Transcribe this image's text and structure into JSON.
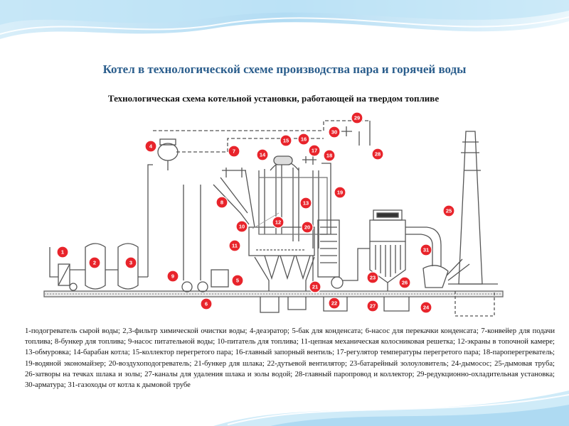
{
  "title": "Котел в технологической схеме производства пара и горячей воды",
  "subtitle": "Технологическая схема котельной установки, работающей на твердом топливе",
  "caption": "1-подогреватель сырой воды; 2,3-фильтр химической очистки воды; 4-деаэратор; 5-бак для конденсата; 6-насос для перекачки конденсата; 7-конвейер для подачи топлива; 8-бункер для топлива; 9-насос питательной воды; 10-питатель для топлива; 11-цепная механическая колосниковая решетка; 12-экраны в топочной камере; 13-обмуровка; 14-барабан котла; 15-коллектор перегретого пара; 16-главный запорный вентиль; 17-регулятор температуры перегретого пара; 18-пароперегреватель; 19-водяной экономайзер; 20-воздухоподогреватель; 21-бункер для шлака; 22-дутьевой вентилятор; 23-батарейный золоуловитель; 24-дымосос; 25-дымовая труба; 26-затворы на течках шлака и золы; 27-каналы для удаления шлака и золы водой; 28-главный паропровод и коллектор; 29-редукционно-охладительная установка; 30-арматура; 31-газоходы от котла к дымовой трубе",
  "markers": [
    {
      "label": "1"
    },
    {
      "label": "2"
    },
    {
      "label": "3"
    },
    {
      "label": "4"
    },
    {
      "label": "5"
    },
    {
      "label": "6"
    },
    {
      "label": "7"
    },
    {
      "label": "8"
    },
    {
      "label": "9"
    },
    {
      "label": "10"
    },
    {
      "label": "11"
    },
    {
      "label": "12"
    },
    {
      "label": "13"
    },
    {
      "label": "14"
    },
    {
      "label": "15"
    },
    {
      "label": "16"
    },
    {
      "label": "17"
    },
    {
      "label": "18"
    },
    {
      "label": "19"
    },
    {
      "label": "20"
    },
    {
      "label": "21"
    },
    {
      "label": "22"
    },
    {
      "label": "23"
    },
    {
      "label": "24"
    },
    {
      "label": "25"
    },
    {
      "label": "26"
    },
    {
      "label": "27"
    },
    {
      "label": "28"
    },
    {
      "label": "29"
    },
    {
      "label": "30"
    },
    {
      "label": "31"
    }
  ],
  "colors": {
    "title": "#2a5d8c",
    "marker": "#e8242b",
    "wave": "#9fd3f0"
  }
}
